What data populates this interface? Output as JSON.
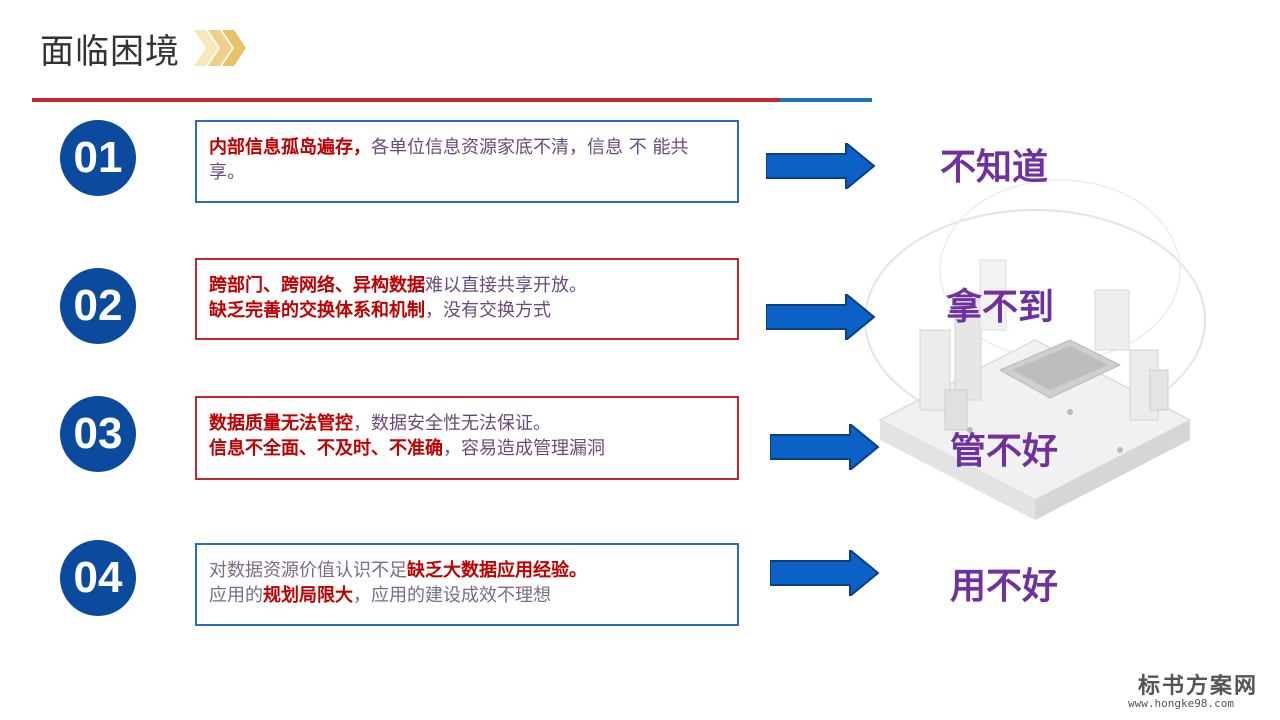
{
  "header": {
    "title": "面临困境"
  },
  "rows": [
    {
      "number": "01",
      "segments": [
        {
          "type": "hl",
          "text": "内部信息孤岛遍存，"
        },
        {
          "type": "txt",
          "text": "各单位信息资源家底不清，信息 不 能共享。"
        }
      ],
      "outcome": "不知道"
    },
    {
      "number": "02",
      "segments": [
        {
          "type": "hl",
          "text": "跨部门、跨网络、异构数据"
        },
        {
          "type": "txt",
          "text": "难以直接共享开放。"
        },
        {
          "type": "br"
        },
        {
          "type": "hl",
          "text": "缺乏完善的交换体系和机制"
        },
        {
          "type": "txt",
          "text": "，没有交换方式"
        }
      ],
      "outcome": "拿不到"
    },
    {
      "number": "03",
      "segments": [
        {
          "type": "hl",
          "text": "数据质量无法管控"
        },
        {
          "type": "txt",
          "text": "，数据安全性无法保证。"
        },
        {
          "type": "br"
        },
        {
          "type": "hl",
          "text": "信息不全面、不及时、不准确"
        },
        {
          "type": "txt",
          "text": "，容易造成管理漏洞"
        }
      ],
      "outcome": "管不好"
    },
    {
      "number": "04",
      "segments": [
        {
          "type": "txt",
          "text": "对数据资源价值认识不足"
        },
        {
          "type": "hl",
          "text": "缺乏大数据应用经验。"
        },
        {
          "type": "br"
        },
        {
          "type": "txt",
          "text": "应用的"
        },
        {
          "type": "hl",
          "text": "规划局限大"
        },
        {
          "type": "txt",
          "text": "，应用的建设成效不理想"
        }
      ],
      "outcome": "用不好"
    }
  ],
  "watermark": {
    "name": "标书方案网",
    "url": "www.hongke98.com"
  },
  "colors": {
    "primary_blue": "#0b4a9c",
    "accent_red": "#c0282d",
    "highlight_red": "#c00000",
    "outcome_purple": "#7030a0",
    "chevron_gold": "#e8c268"
  }
}
